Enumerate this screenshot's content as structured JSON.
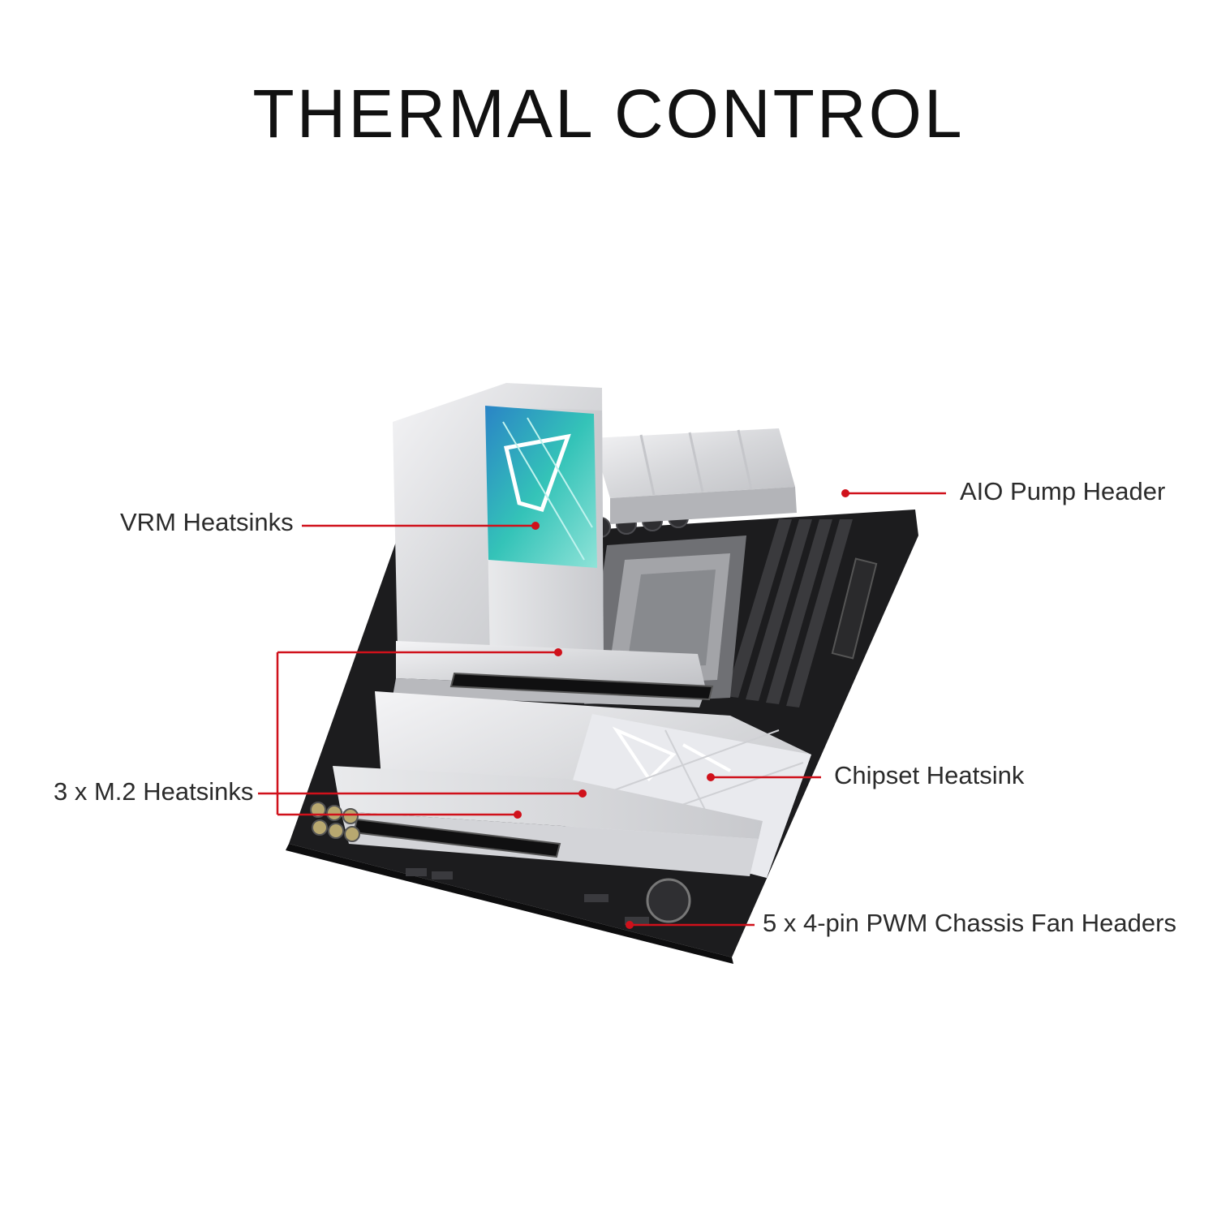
{
  "title": "THERMAL CONTROL",
  "callouts": {
    "vrm": "VRM Heatsinks",
    "aio": "AIO Pump Header",
    "m2": "3 x M.2 Heatsinks",
    "chipset": "Chipset Heatsink",
    "fan": "5 x 4-pin PWM Chassis Fan Headers"
  },
  "colors": {
    "callout_line": "#d0111b",
    "pcb": "#1c1c1e",
    "heatsink": "#dcdde0",
    "accent": "#2bb9b3"
  }
}
